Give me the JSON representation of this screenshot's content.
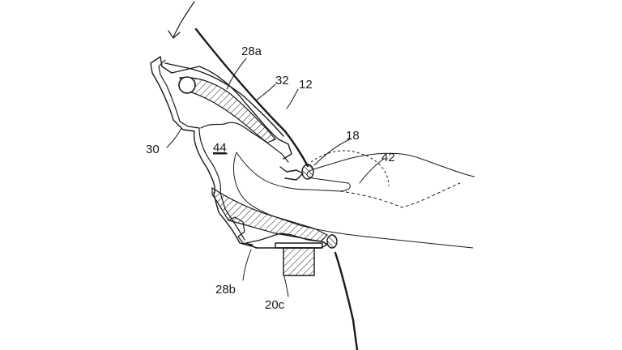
{
  "figure": {
    "labels": {
      "ref_28a": "28a",
      "ref_32": "32",
      "ref_12": "12",
      "ref_18": "18",
      "ref_42": "42",
      "ref_30": "30",
      "ref_44": "44",
      "ref_28b": "28b",
      "ref_20c": "20c"
    },
    "colors": {
      "ink": "#1a1a1a",
      "background": "#ffffff"
    }
  }
}
